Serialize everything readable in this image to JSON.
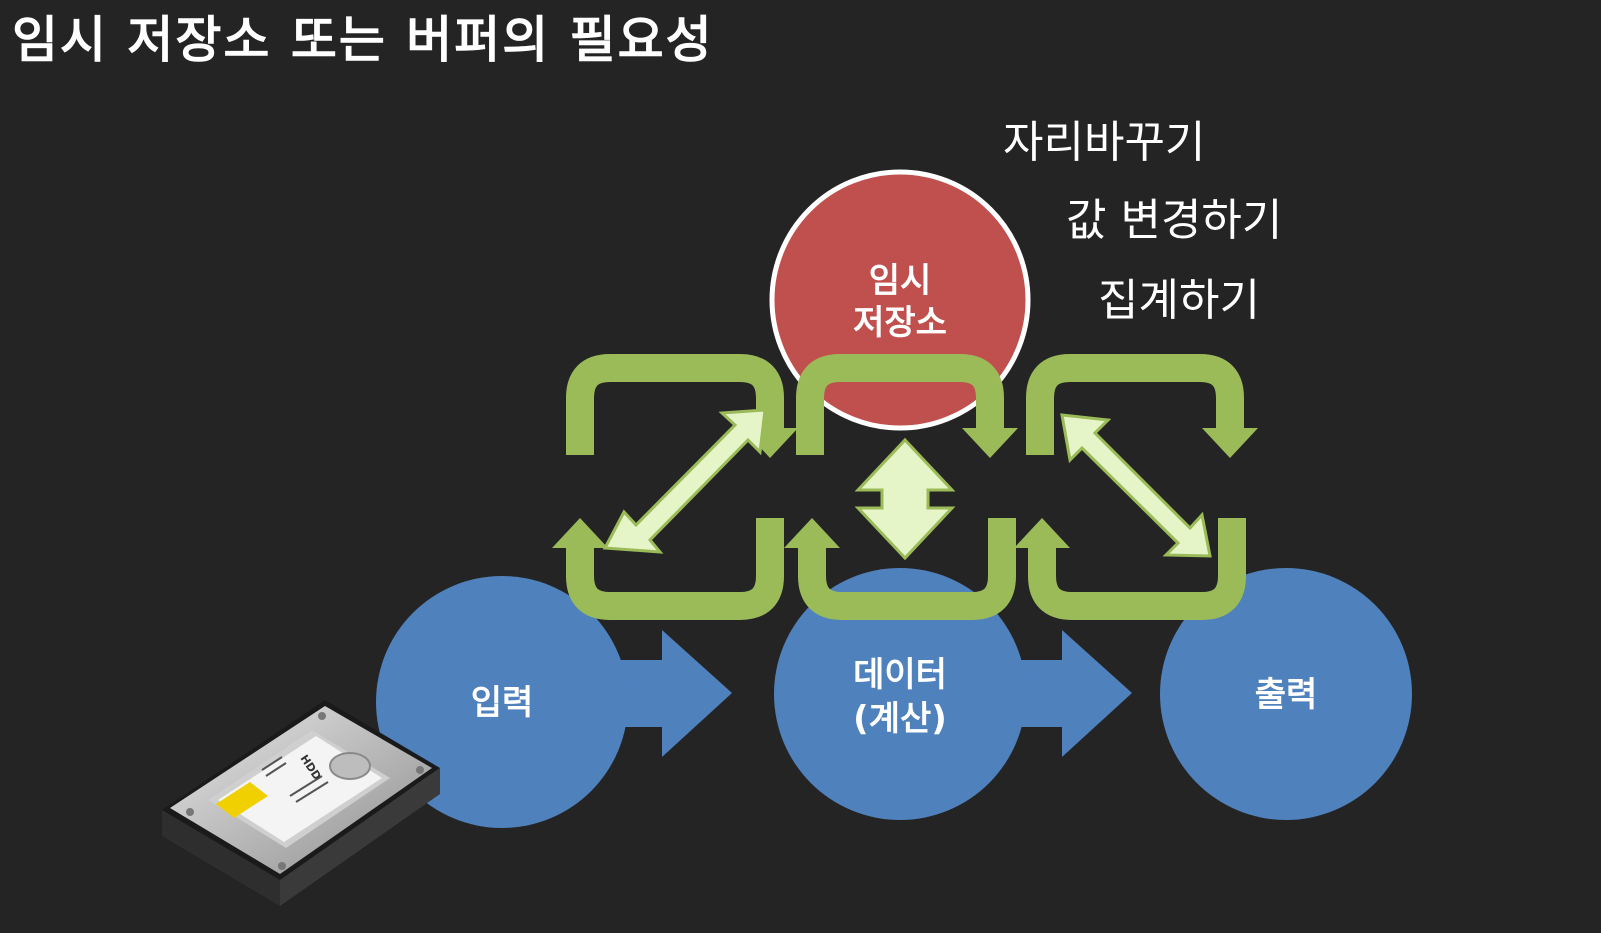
{
  "slide": {
    "title": "임시 저장소 또는 버퍼의 필요성"
  },
  "operations": [
    "자리바꾸기",
    "값 변경하기",
    "집계하기"
  ],
  "nodes": {
    "temp_storage": [
      "임시",
      "저장소"
    ],
    "input": "입력",
    "data": [
      "데이터",
      "(계산)"
    ],
    "output": "출력"
  },
  "hdd_label": "HDD",
  "colors": {
    "background": "#242424",
    "temp_storage": "#c0504d",
    "blue_node": "#4f81bd",
    "arrow_green": "#9bbb59",
    "arrow_light": "#e6f5c8"
  }
}
